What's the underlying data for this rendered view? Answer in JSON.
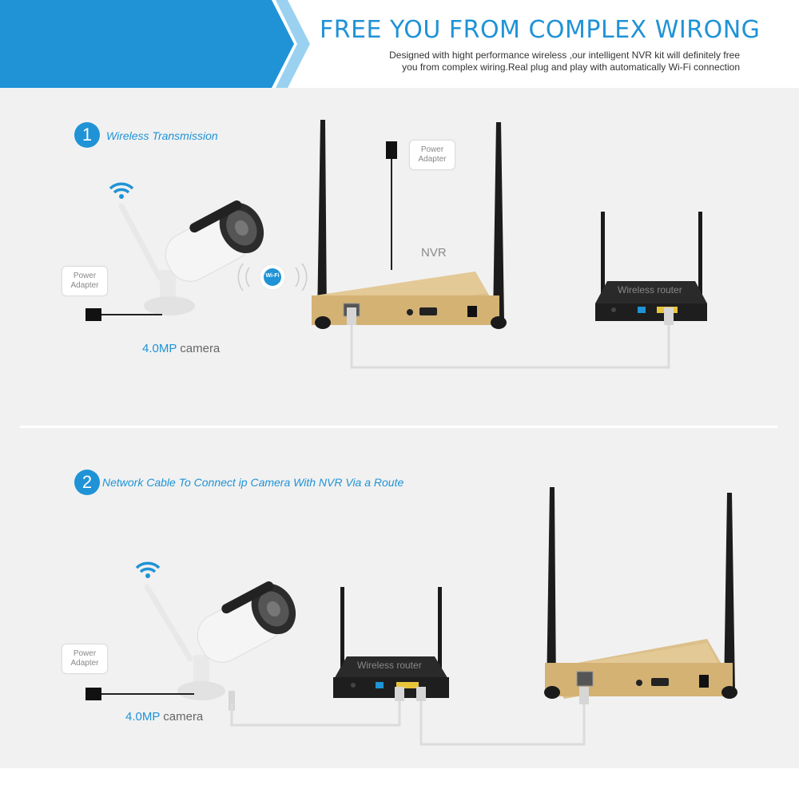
{
  "header": {
    "title": "FREE YOU FROM COMPLEX WIRONG",
    "subtitle_line1": "Designed with hight performance wireless ,our intelligent NVR kit will definitely free",
    "subtitle_line2": "you from complex wiring.Real plug and play with automatically Wi-Fi connection"
  },
  "section1": {
    "number": "1",
    "title": "Wireless Transmission",
    "camera_label_accent": "4.0MP",
    "camera_label_rest": " camera",
    "camera_power": {
      "line1": "Power",
      "line2": "Adapter"
    },
    "nvr_power": {
      "line1": "Power",
      "line2": "Adapter"
    },
    "wifi_badge": "Wi-Fi",
    "nvr_label": "NVR",
    "router_label": "Wireless router"
  },
  "section2": {
    "number": "2",
    "title": "Network Cable To Connect ip Camera With NVR Via a Route",
    "camera_label_accent": "4.0MP",
    "camera_label_rest": " camera",
    "camera_power": {
      "line1": "Power",
      "line2": "Adapter"
    },
    "router_label": "Wireless router"
  },
  "colors": {
    "accent": "#1f93d6",
    "nvr_gold": "#d9b87a",
    "router_black": "#1e1e1e"
  }
}
